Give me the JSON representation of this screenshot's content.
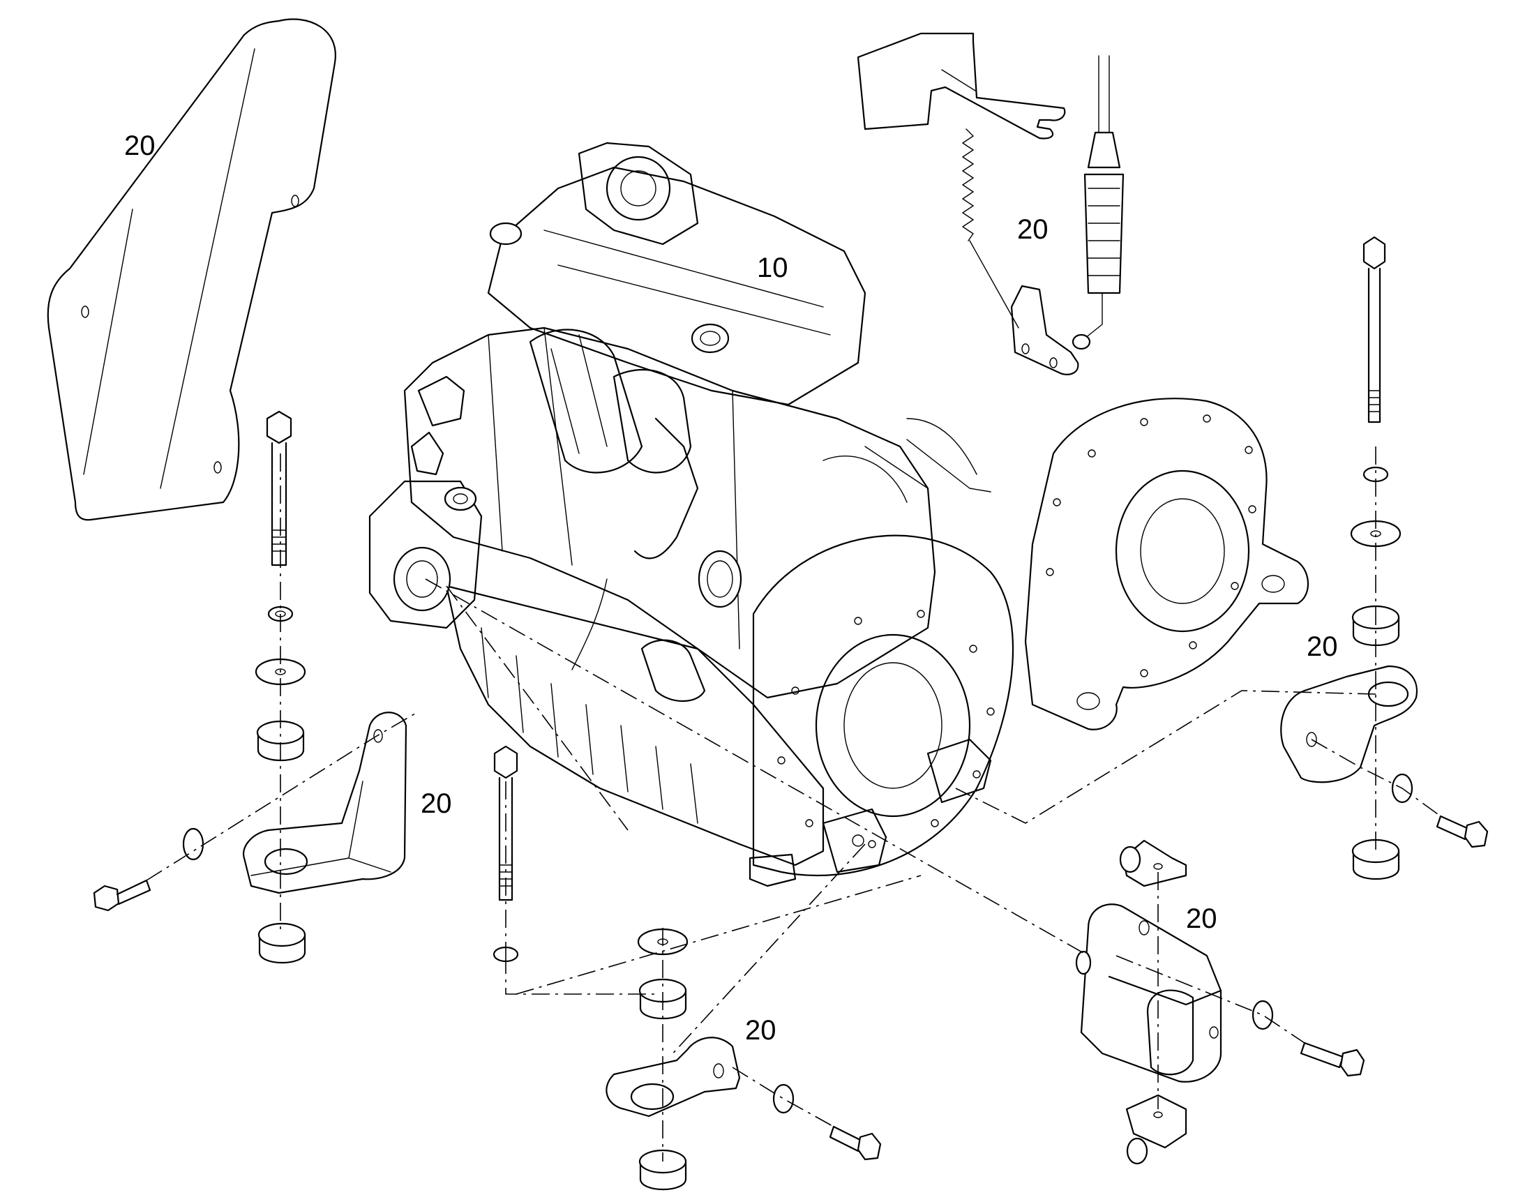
{
  "callouts": {
    "engine": "10",
    "shield": "20",
    "throttle_bracket": "20",
    "left_mount_bracket": "20",
    "right_mount": "20",
    "pump": "20",
    "bottom_mount": "20"
  },
  "colors": {
    "line": "#000000",
    "background": "#ffffff"
  }
}
